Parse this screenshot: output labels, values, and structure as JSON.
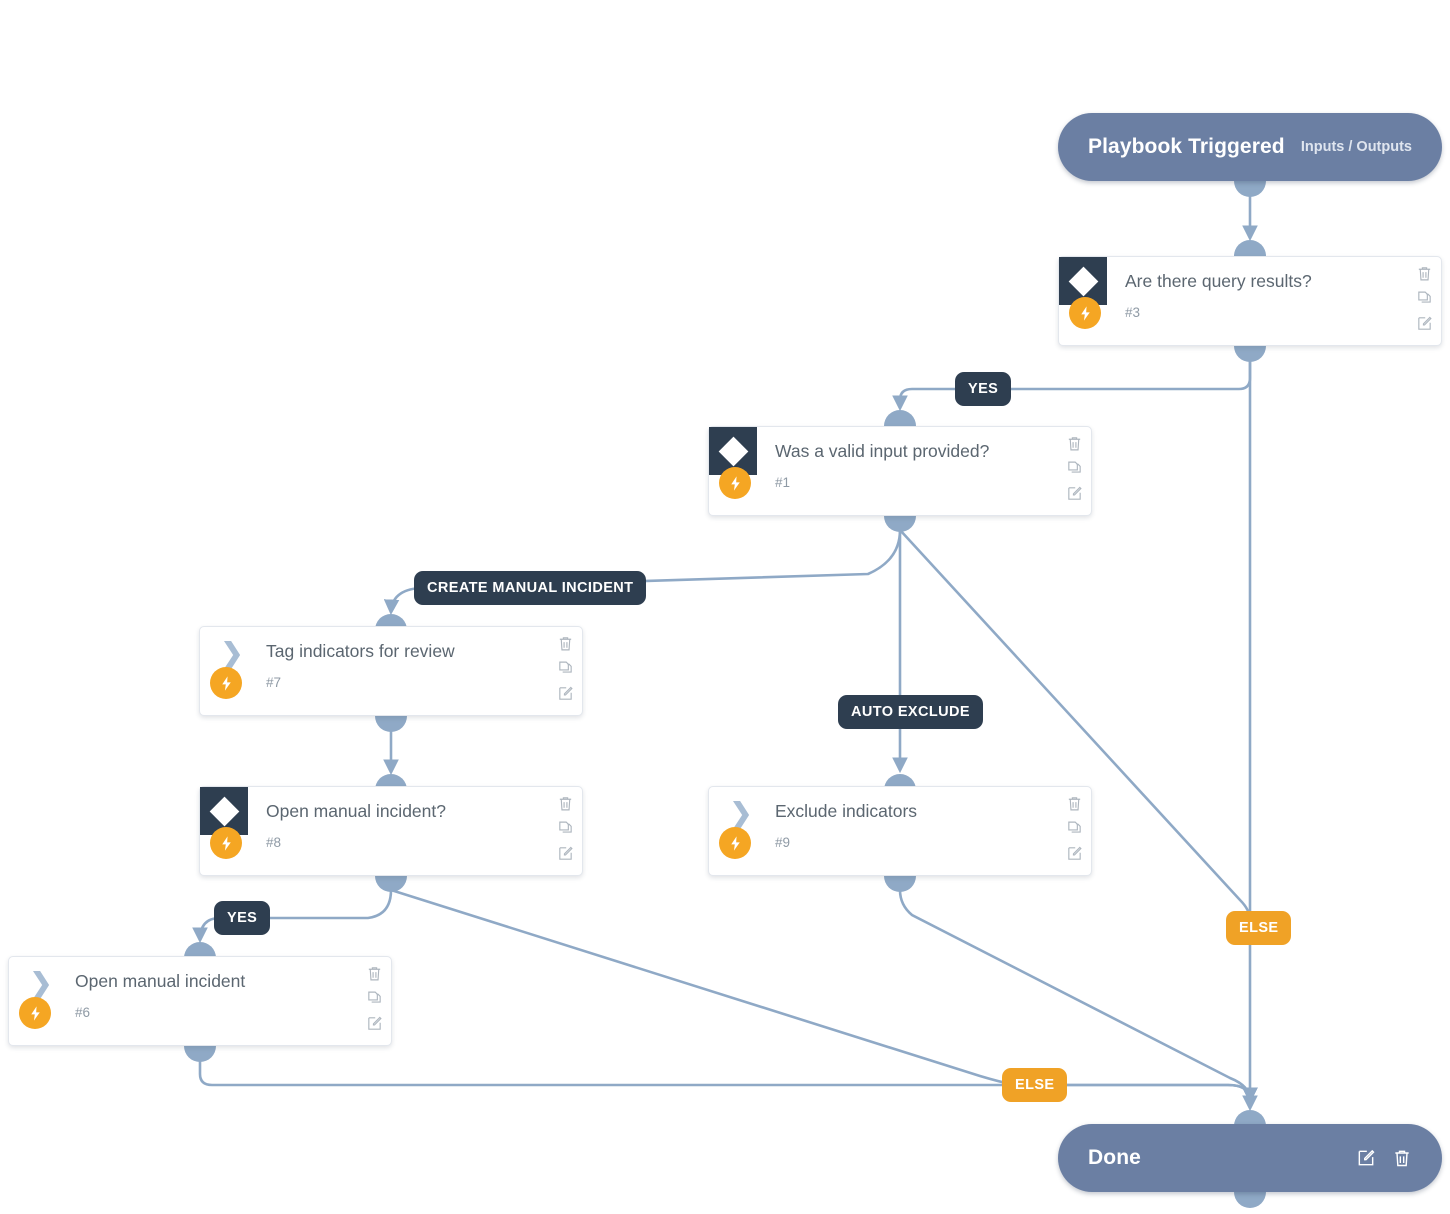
{
  "graph": {
    "start": {
      "title": "Playbook Triggered",
      "io_label": "Inputs / Outputs"
    },
    "end": {
      "title": "Done"
    },
    "nodes": [
      {
        "key": "query_results",
        "title": "Are there query results?",
        "id": "#3",
        "type": "condition"
      },
      {
        "key": "valid_input",
        "title": "Was a valid input provided?",
        "id": "#1",
        "type": "condition"
      },
      {
        "key": "tag_indicators",
        "title": "Tag indicators for review",
        "id": "#7",
        "type": "task"
      },
      {
        "key": "open_incident_q",
        "title": "Open manual incident?",
        "id": "#8",
        "type": "condition"
      },
      {
        "key": "exclude",
        "title": "Exclude indicators",
        "id": "#9",
        "type": "task"
      },
      {
        "key": "open_incident",
        "title": "Open manual incident",
        "id": "#6",
        "type": "task"
      }
    ],
    "branch_labels": [
      {
        "key": "yes_query",
        "text": "YES",
        "style": "dark"
      },
      {
        "key": "create_mi",
        "text": "CREATE MANUAL INCIDENT",
        "style": "dark"
      },
      {
        "key": "auto_exclude",
        "text": "AUTO EXCLUDE",
        "style": "dark"
      },
      {
        "key": "else_right",
        "text": "ELSE",
        "style": "else"
      },
      {
        "key": "yes_open",
        "text": "YES",
        "style": "dark"
      },
      {
        "key": "else_bottom",
        "text": "ELSE",
        "style": "else"
      }
    ],
    "tools": {
      "delete": "trash-icon",
      "duplicate": "copy-icon",
      "edit": "edit-icon"
    },
    "colors": {
      "terminal": "#6b7fa3",
      "condition_icon": "#2e3e50",
      "bolt": "#f5a623",
      "edge": "#8fa9c6",
      "else_badge": "#f0a226",
      "branch_badge": "#2e3e50"
    }
  }
}
